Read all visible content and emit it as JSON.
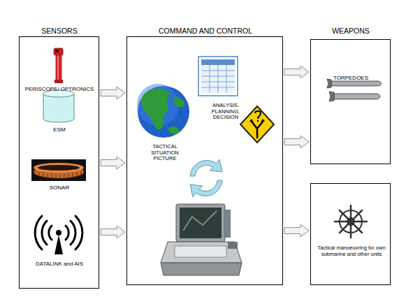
{
  "diagram": {
    "nodes": [
      {
        "text": [
          "SENSORS",
          "PERISCOPE/ OPTRONICS",
          "ESM",
          "SONAR",
          "DATALINK and AIS"
        ]
      },
      {
        "text": [
          "COMMAND AND CONTROL",
          "TACTICAL SITUATION PICTURE",
          "ANALYSIS, PLANNING, DECISION"
        ]
      },
      {
        "text": [
          "WEAPONS",
          "TORPEDOES"
        ]
      },
      {
        "text": [
          "Tactical manoeuvring for own submarine and other units"
        ]
      }
    ],
    "edges": [
      {
        "from": 0,
        "to": 1,
        "arrow": "to"
      },
      {
        "from": 0,
        "to": 1,
        "arrow": "to"
      },
      {
        "from": 0,
        "to": 1,
        "arrow": "to"
      },
      {
        "from": 1,
        "to": 2,
        "arrow": "to"
      },
      {
        "from": 1,
        "to": 2,
        "arrow": "to"
      },
      {
        "from": 1,
        "to": 3,
        "arrow": "to"
      }
    ]
  }
}
